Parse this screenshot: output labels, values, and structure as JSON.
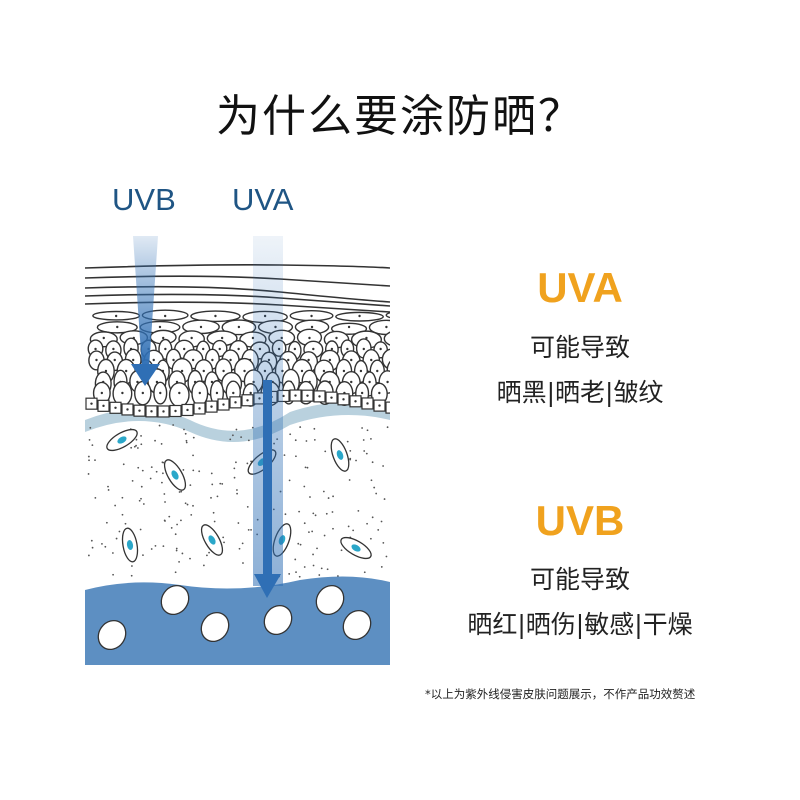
{
  "title": "为什么要涂防晒？",
  "diagram": {
    "uvb_label": "UVB",
    "uva_label": "UVA",
    "colors": {
      "arrow": "#2f6fb5",
      "dermis_base": "#5d8fc2",
      "label": "#1f5584"
    }
  },
  "uva_info": {
    "heading": "UVA",
    "subtitle": "可能导致",
    "effects": "晒黑|晒老|皱纹"
  },
  "uvb_info": {
    "heading": "UVB",
    "subtitle": "可能导致",
    "effects": "晒红|晒伤|敏感|干燥"
  },
  "accent_color": "#f0a21e",
  "footnote": "*以上为紫外线侵害皮肤问题展示，不作产品功效赘述"
}
